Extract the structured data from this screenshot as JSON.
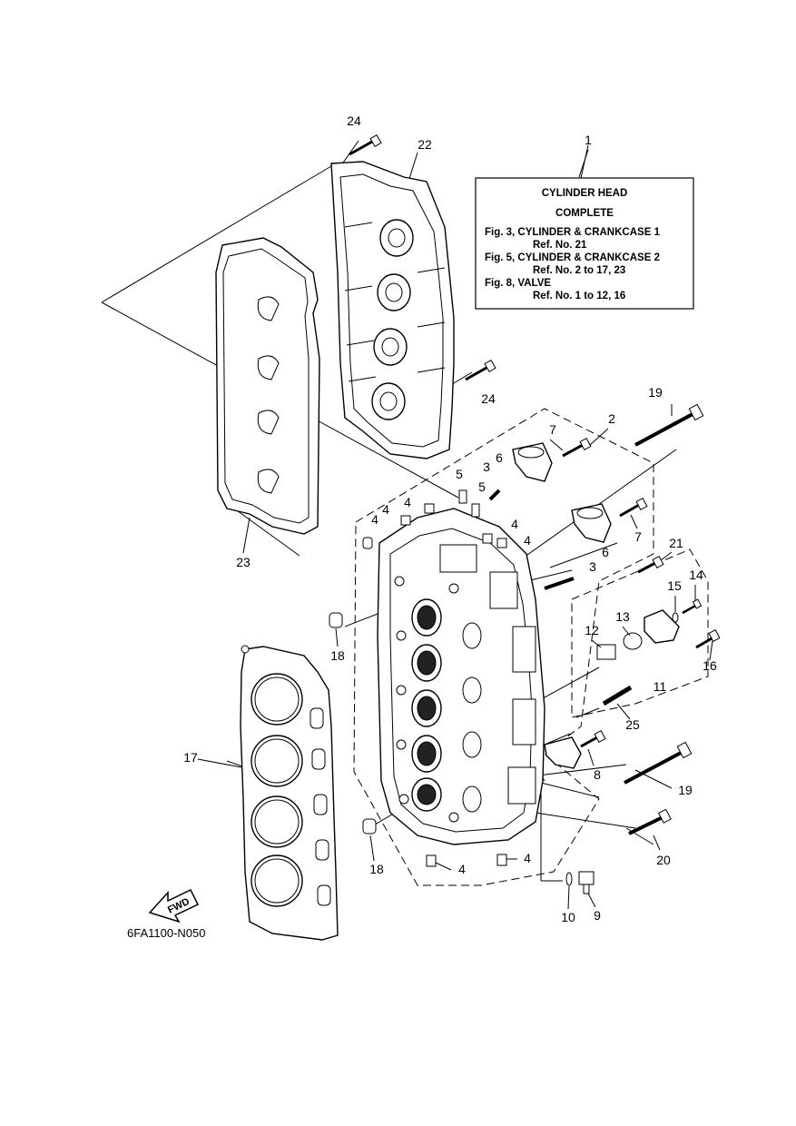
{
  "diagram": {
    "drawing_code": "6FA1100-N050",
    "fwd_label": "FWD",
    "legend": {
      "ref_no": "1",
      "lines": [
        "CYLINDER HEAD",
        "COMPLETE",
        "Fig. 3, CYLINDER & CRANKCASE 1",
        "Ref. No. 21",
        "Fig. 5, CYLINDER & CRANKCASE 2",
        "Ref. No. 2 to 17, 23",
        "Fig. 8, VALVE",
        "Ref. No. 1 to 12, 16"
      ]
    },
    "callouts": [
      "24",
      "22",
      "24",
      "19",
      "2",
      "7",
      "6",
      "3",
      "5",
      "5",
      "4",
      "4",
      "4",
      "4",
      "4",
      "7",
      "6",
      "3",
      "21",
      "14",
      "15",
      "12",
      "13",
      "16",
      "11",
      "18",
      "25",
      "8",
      "17",
      "19",
      "20",
      "18",
      "4",
      "4",
      "10",
      "9",
      "23"
    ]
  }
}
